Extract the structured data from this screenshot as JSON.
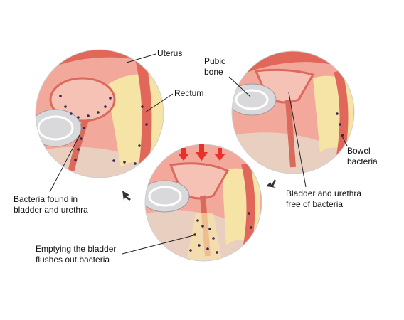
{
  "labels": {
    "uterus": "Uterus",
    "rectum": "Rectum",
    "pubic_bone": "Pubic\nbone",
    "bacteria_found": "Bacteria found in\nbladder and urethra",
    "emptying": "Emptying the bladder\nflushes out bacteria",
    "bladder_free": "Bladder and urethra\nfree of bacteria",
    "bowel_bacteria": "Bowel\nbacteria"
  },
  "colors": {
    "tissue_pink": "#f2a89a",
    "tissue_red": "#e0675a",
    "fat_yellow": "#f6e3a6",
    "bone_gray": "#d9d9dc",
    "skin_beige": "#e9cfc0",
    "bacteria_dot": "#3b2450",
    "pressure_arrow": "#e8312a",
    "flow_arrow": "#333333"
  }
}
